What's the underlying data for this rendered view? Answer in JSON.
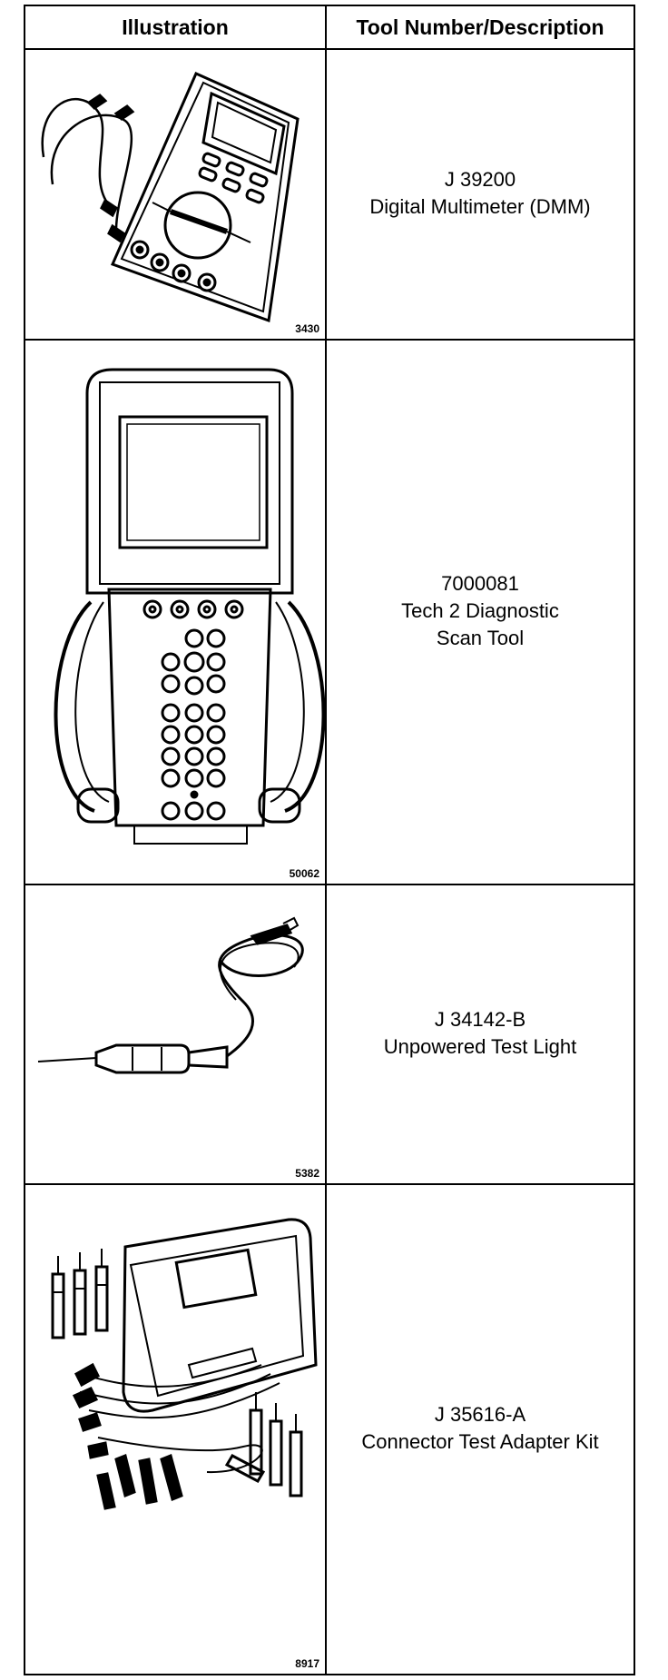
{
  "header": {
    "illustration": "Illustration",
    "tool": "Tool Number/Description"
  },
  "rows": [
    {
      "fig": "3430",
      "number": "J 39200",
      "desc_lines": [
        "Digital Multimeter (DMM)"
      ],
      "icon": "multimeter-icon"
    },
    {
      "fig": "50062",
      "number": "7000081",
      "desc_lines": [
        "Tech 2 Diagnostic",
        "Scan Tool"
      ],
      "icon": "scan-tool-icon"
    },
    {
      "fig": "5382",
      "number": "J 34142-B",
      "desc_lines": [
        "Unpowered Test Light"
      ],
      "icon": "test-light-icon"
    },
    {
      "fig": "8917",
      "number": "J 35616-A",
      "desc_lines": [
        "Connector Test Adapter Kit"
      ],
      "icon": "adapter-kit-icon"
    }
  ]
}
